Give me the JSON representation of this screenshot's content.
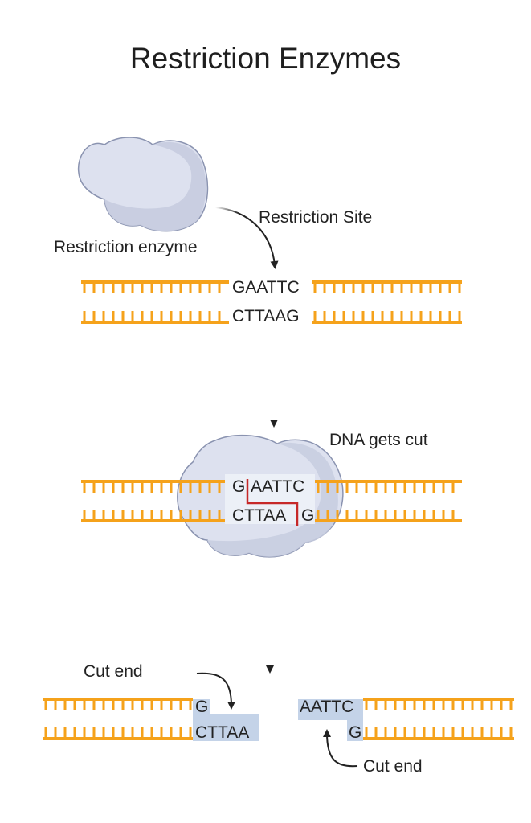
{
  "title": "Restriction Enzymes",
  "labels": {
    "restriction_enzyme": "Restriction enzyme",
    "restriction_site": "Restriction Site",
    "dna_gets_cut": "DNA gets cut",
    "cut_end_left": "Cut end",
    "cut_end_right": "Cut end"
  },
  "sequences": {
    "intact_top": "GAATTC",
    "intact_bottom": "CTTAAG",
    "cut_top_left": "G",
    "cut_top_right": "AATTC",
    "cut_bottom_left": "CTTAA",
    "cut_bottom_right": "G",
    "fragment_left_top": "G",
    "fragment_left_bottom": "CTTAA",
    "fragment_right_top": "AATTC",
    "fragment_right_bottom": "G"
  },
  "colors": {
    "dna_backbone": "#f5a21b",
    "enzyme_fill": "#dde1ef",
    "enzyme_shadow": "#c7ccdf",
    "enzyme_stroke": "#8a93b0",
    "cut_line": "#c62828",
    "sticky_end_highlight": "#c4d3e8",
    "arrow": "#222222"
  }
}
